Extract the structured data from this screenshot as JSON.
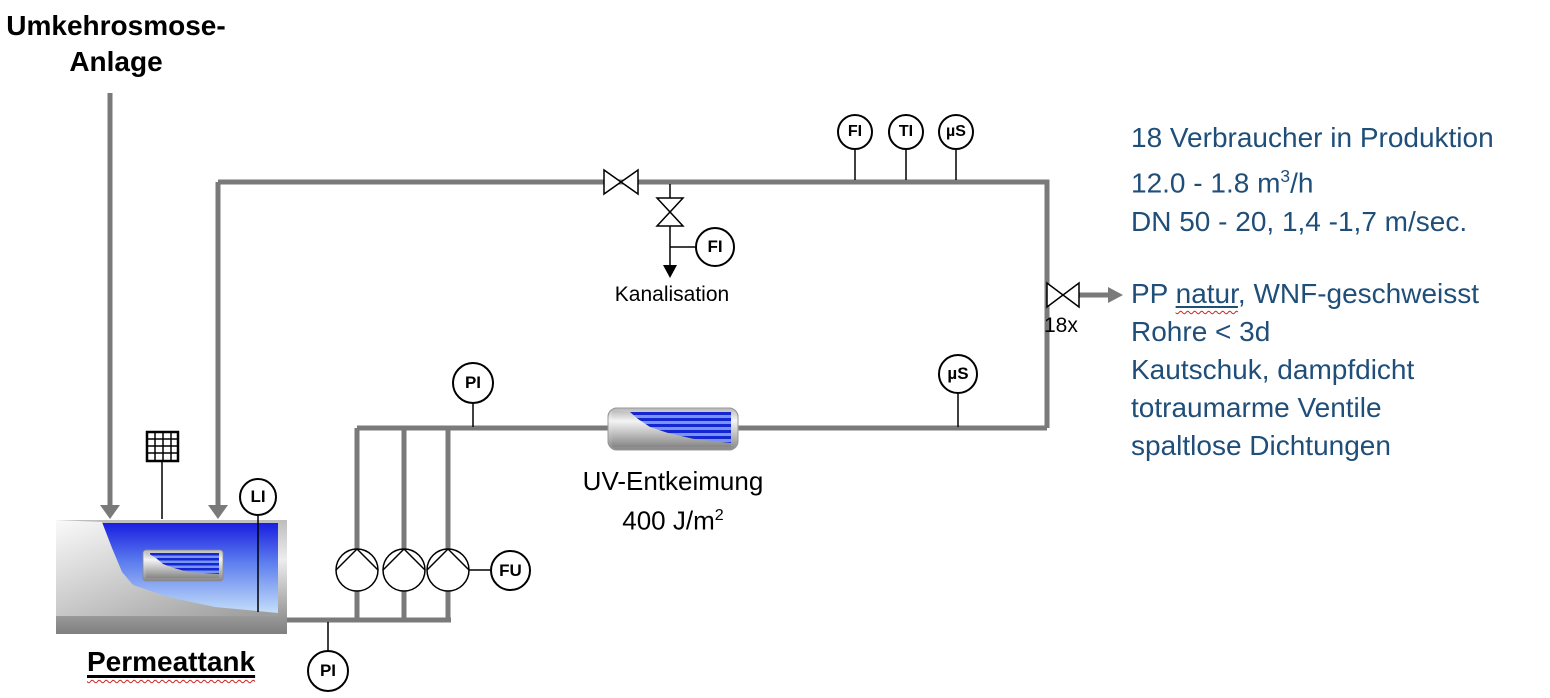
{
  "colors": {
    "pipe_gray": "#7a7a7a",
    "annotation_blue": "#1F4E79",
    "diagram_black": "#000000",
    "spellcheck_red": "#cc2222",
    "water_blue_top": "#1a1ee0",
    "water_blue_bottom": "#c8e2fa"
  },
  "source_label": {
    "line1": "Umkehrosmose-",
    "line2": "Anlage"
  },
  "tank_label": "Permeattank",
  "sewer_label": "Kanalisation",
  "uv_label": {
    "line1": "UV-Entkeimung",
    "dose_base": "400 J/m",
    "dose_sup": "2"
  },
  "valve_count": "18x",
  "instruments": {
    "fi_top": "FI",
    "ti_top": "TI",
    "us_top": "µS",
    "fi_drain": "FI",
    "pi_loop": "PI",
    "us_loop": "µS",
    "li_tank": "LI",
    "fu_pump": "FU",
    "pi_suction": "PI"
  },
  "annotations_top": {
    "line1": "18 Verbraucher in Produktion",
    "line2_pre": "12.0 - 1.8 m",
    "line2_sup": "3",
    "line2_post": "/h",
    "line3": "DN 50 - 20, 1,4 -1,7 m/sec."
  },
  "annotations_bottom": {
    "line1_pre": "PP ",
    "line1_underlined": "natur",
    "line1_post": ", WNF-geschweisst",
    "line2": "Rohre < 3d",
    "line3": "Kautschuk, dampfdicht",
    "line4": "totraumarme Ventile",
    "line5": "spaltlose Dichtungen"
  }
}
